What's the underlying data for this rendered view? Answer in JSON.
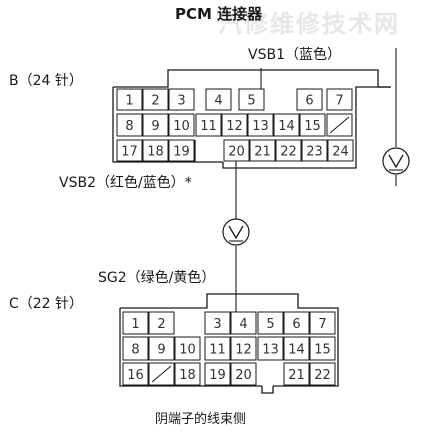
{
  "title": "PCM 连接器",
  "watermark": "汽修维修技术网",
  "connector_b": {
    "label": "B（24 针）",
    "pins": [
      "1",
      "2",
      "3",
      "4",
      "5",
      "6",
      "7",
      "8",
      "9",
      "10",
      "11",
      "12",
      "13",
      "14",
      "15",
      "17",
      "18",
      "19",
      "20",
      "21",
      "22",
      "23",
      "24"
    ]
  },
  "connector_c": {
    "label": "C（22 针）",
    "pins": [
      "1",
      "2",
      "3",
      "4",
      "5",
      "6",
      "7",
      "8",
      "9",
      "10",
      "11",
      "12",
      "13",
      "14",
      "15",
      "16",
      "18",
      "19",
      "20",
      "21",
      "22"
    ]
  },
  "probes": {
    "vsb1": "VSB1（蓝色）",
    "vsb2": "VSB2（红色/蓝色）*",
    "sg2": "SG2（绿色/黄色）"
  },
  "caption": "阴端子的线束侧",
  "colors": {
    "line": "#1a1a1a",
    "pin_text": "#333333",
    "watermark": "#e7e7e7"
  }
}
